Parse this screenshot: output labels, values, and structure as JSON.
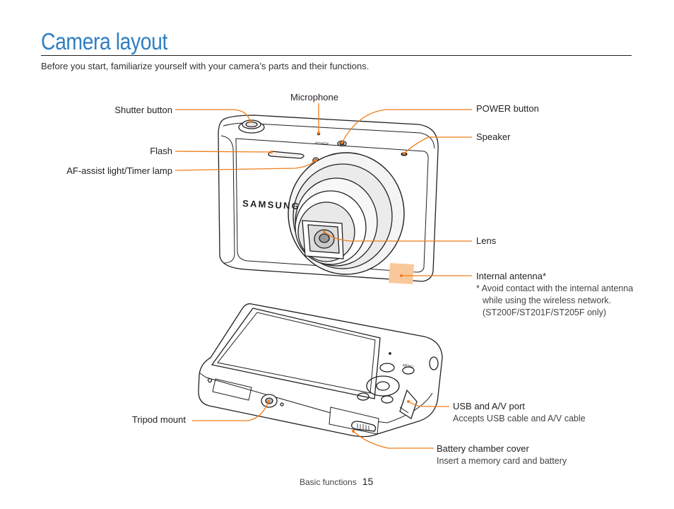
{
  "header": {
    "title": "Camera layout",
    "intro": "Before you start, familiarize yourself with your camera’s parts and their functions."
  },
  "camera_front": {
    "brand": "SAMSUNG",
    "power_engraving": "POWER",
    "labels": {
      "shutter": "Shutter button",
      "microphone": "Microphone",
      "power": "POWER button",
      "speaker": "Speaker",
      "flash": "Flash",
      "af_assist": "AF-assist light/Timer lamp",
      "lens": "Lens",
      "antenna": "Internal antenna*"
    },
    "antenna_note": {
      "line1": "* Avoid contact with the internal antenna",
      "line2": "while using the wireless network.",
      "line3": "(ST200F/ST201F/ST205F only)"
    }
  },
  "camera_back": {
    "menu_label": "MENU",
    "labels": {
      "usb": "USB and A/V port",
      "usb_desc": "Accepts USB cable and A/V cable",
      "tripod": "Tripod mount",
      "battery": "Battery chamber cover",
      "battery_desc": "Insert a memory card and battery"
    }
  },
  "footer": {
    "section": "Basic functions",
    "page": "15"
  },
  "colors": {
    "title_blue": "#2f7fc3",
    "callout_orange": "#f07d1a",
    "antenna_fill": "#f9c89a"
  }
}
